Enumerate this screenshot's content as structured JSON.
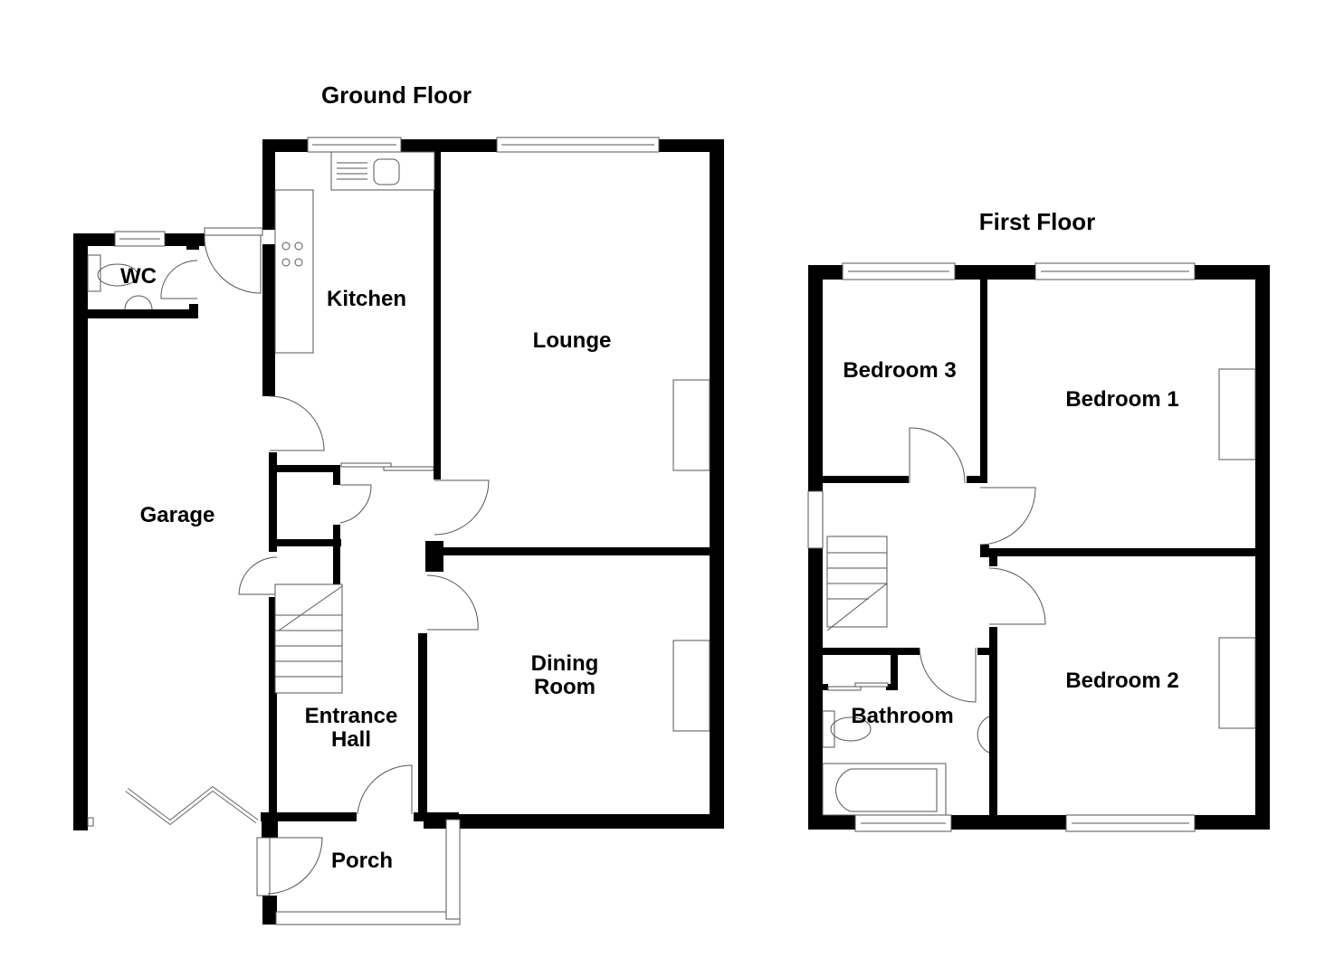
{
  "titles": {
    "ground_floor": "Ground Floor",
    "first_floor": "First Floor"
  },
  "ground_floor": {
    "rooms": {
      "wc": "WC",
      "kitchen": "Kitchen",
      "lounge": "Lounge",
      "garage": "Garage",
      "dining_line1": "Dining",
      "dining_line2": "Room",
      "hall_line1": "Entrance",
      "hall_line2": "Hall",
      "porch": "Porch"
    }
  },
  "first_floor": {
    "rooms": {
      "bedroom3": "Bedroom 3",
      "bedroom1": "Bedroom 1",
      "bedroom2": "Bedroom 2",
      "bathroom": "Bathroom"
    }
  },
  "colors": {
    "wall": "#000000",
    "fixture_line": "#555555",
    "background": "#ffffff"
  }
}
